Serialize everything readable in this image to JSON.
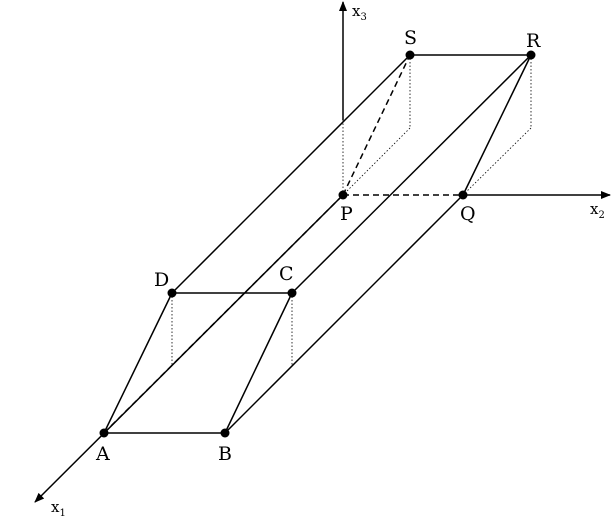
{
  "axes": {
    "x1": {
      "name": "x",
      "sub": "1"
    },
    "x2": {
      "name": "x",
      "sub": "2"
    },
    "x3": {
      "name": "x",
      "sub": "3"
    }
  },
  "points": {
    "A": "A",
    "B": "B",
    "C": "C",
    "D": "D",
    "P": "P",
    "Q": "Q",
    "R": "R",
    "S": "S"
  }
}
